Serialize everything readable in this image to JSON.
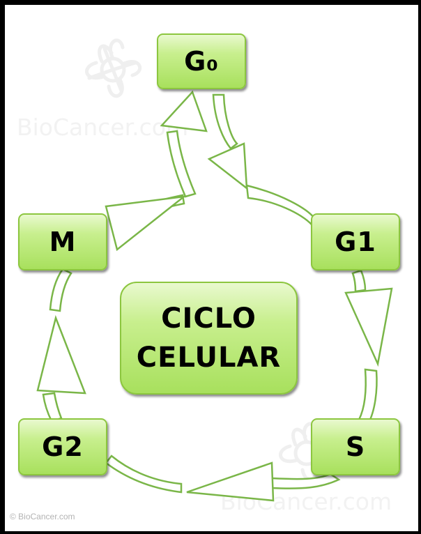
{
  "diagram": {
    "center": {
      "line1": "CICLO",
      "line2": "CELULAR"
    },
    "nodes": {
      "g0": "G₀",
      "g1": "G1",
      "s": "S",
      "g2": "G2",
      "m": "M"
    },
    "edges": [
      {
        "from": "g0",
        "to": "g1"
      },
      {
        "from": "g1",
        "to": "s"
      },
      {
        "from": "s",
        "to": "g2"
      },
      {
        "from": "g2",
        "to": "m"
      },
      {
        "from": "m",
        "to": "g0"
      }
    ],
    "colors": {
      "node_fill": "#b5e66f",
      "node_border": "#8cc63f",
      "arrow_stroke": "#7ab648",
      "frame": "#000000"
    }
  },
  "watermark": {
    "text": "BioCancer.com",
    "copyright": "© BioCancer.com",
    "logo_icon": "flower-logo-icon"
  }
}
